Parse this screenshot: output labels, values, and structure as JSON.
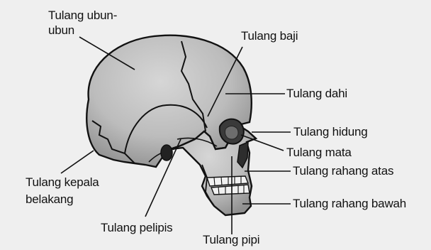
{
  "labels": {
    "parietal_line1": "Tulang ubun-",
    "parietal_line2": "ubun",
    "sphenoid": "Tulang baji",
    "frontal": "Tulang dahi",
    "nasal": "Tulang hidung",
    "lacrimal": "Tulang mata",
    "maxilla": "Tulang rahang atas",
    "mandible": "Tulang rahang bawah",
    "occipital_line1": "Tulang kepala",
    "occipital_line2": "belakang",
    "temporal": "Tulang pelipis",
    "zygomatic": "Tulang pipi"
  },
  "colors": {
    "background": "#efefef",
    "bone": "#bdbdbd",
    "bone_light": "#d4d4d4",
    "bone_dark": "#8a8a8a",
    "line": "#111111"
  }
}
